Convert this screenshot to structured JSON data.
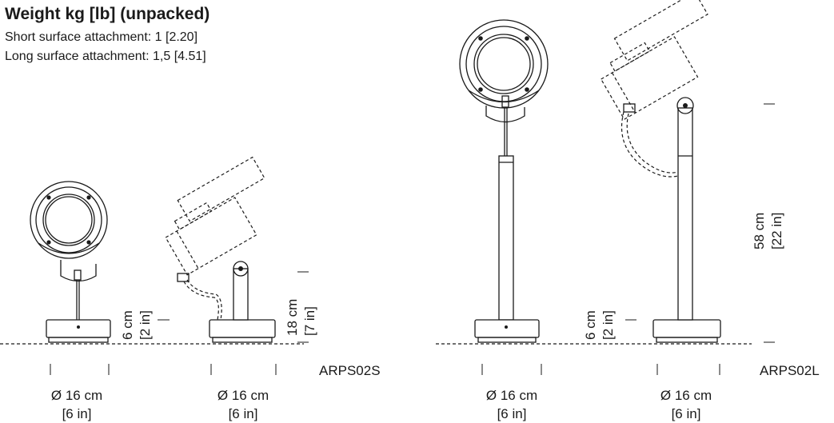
{
  "weight": {
    "title": "Weight kg [lb] (unpacked)",
    "short": "Short surface attachment: 1 [2.20]",
    "long": "Long surface attachment: 1,5 [4.51]"
  },
  "short_variant": {
    "model": "ARPS02S",
    "base_height_cm": "6 cm",
    "base_height_in": "[2 in]",
    "total_height_cm": "18 cm",
    "total_height_in": "[7 in]",
    "front_diameter_cm": "Ø 16 cm",
    "front_diameter_in": "[6 in]",
    "side_diameter_cm": "Ø 16 cm",
    "side_diameter_in": "[6 in]"
  },
  "long_variant": {
    "model": "ARPS02L",
    "base_height_cm": "6 cm",
    "base_height_in": "[2 in]",
    "total_height_cm": "58 cm",
    "total_height_in": "[22 in]",
    "front_diameter_cm": "Ø 16 cm",
    "front_diameter_in": "[6 in]",
    "side_diameter_cm": "Ø 16 cm",
    "side_diameter_in": "[6 in]"
  }
}
